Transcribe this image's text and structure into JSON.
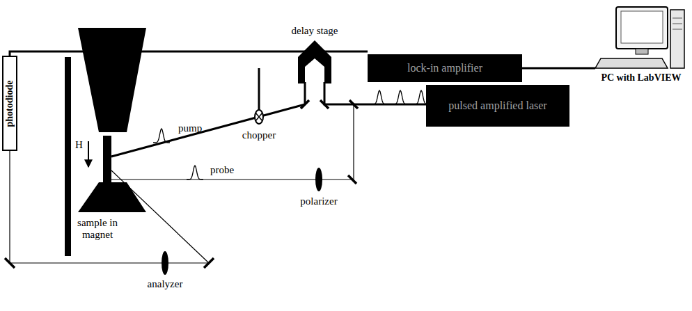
{
  "diagram": {
    "nodes": [
      {
        "text": [
          "photodiode"
        ]
      },
      {
        "text": [
          "lock-in amplifier"
        ]
      },
      {
        "text": [
          "PC with LabVIEW"
        ]
      },
      {
        "text": [
          "pulsed amplified laser"
        ]
      }
    ],
    "edges": [
      {
        "from": 0,
        "to": 1,
        "arrow": "none"
      },
      {
        "from": 1,
        "to": 2,
        "arrow": "none"
      }
    ],
    "labels": [
      "delay stage",
      "pump",
      "chopper",
      "probe",
      "polarizer",
      "H",
      "sample in magnet",
      "analyzer"
    ]
  }
}
